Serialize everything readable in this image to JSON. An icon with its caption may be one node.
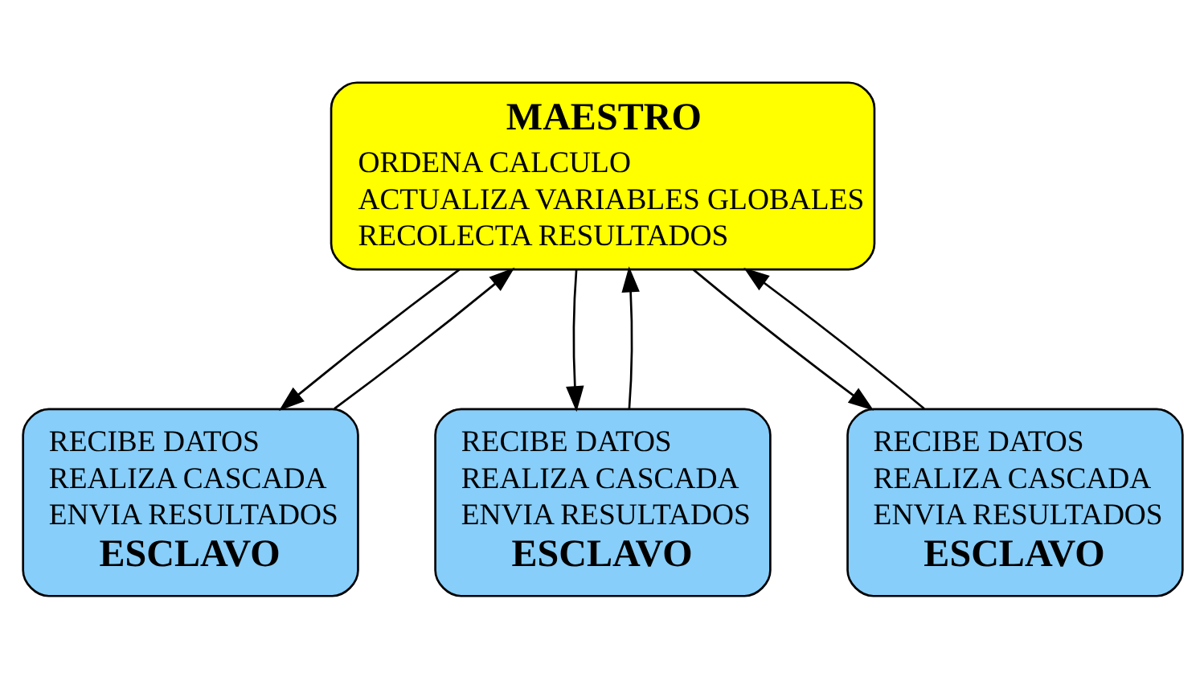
{
  "diagram": {
    "nodes": [
      {
        "text": [
          "MAESTRO",
          "ORDENA CALCULO",
          "ACTUALIZA VARIABLES GLOBALES",
          "RECOLECTA RESULTADOS"
        ]
      },
      {
        "text": [
          "RECIBE DATOS",
          "REALIZA CASCADA",
          "ENVIA RESULTADOS",
          "ESCLAVO"
        ]
      },
      {
        "text": [
          "RECIBE DATOS",
          "REALIZA CASCADA",
          "ENVIA RESULTADOS",
          "ESCLAVO"
        ]
      },
      {
        "text": [
          "RECIBE DATOS",
          "REALIZA CASCADA",
          "ENVIA RESULTADOS",
          "ESCLAVO"
        ]
      }
    ],
    "edges": [
      {
        "from": 0,
        "to": 1,
        "arrow": "to"
      },
      {
        "from": 1,
        "to": 0,
        "arrow": "to"
      },
      {
        "from": 0,
        "to": 2,
        "arrow": "to"
      },
      {
        "from": 2,
        "to": 0,
        "arrow": "to"
      },
      {
        "from": 0,
        "to": 3,
        "arrow": "to"
      },
      {
        "from": 3,
        "to": 0,
        "arrow": "to"
      }
    ]
  }
}
